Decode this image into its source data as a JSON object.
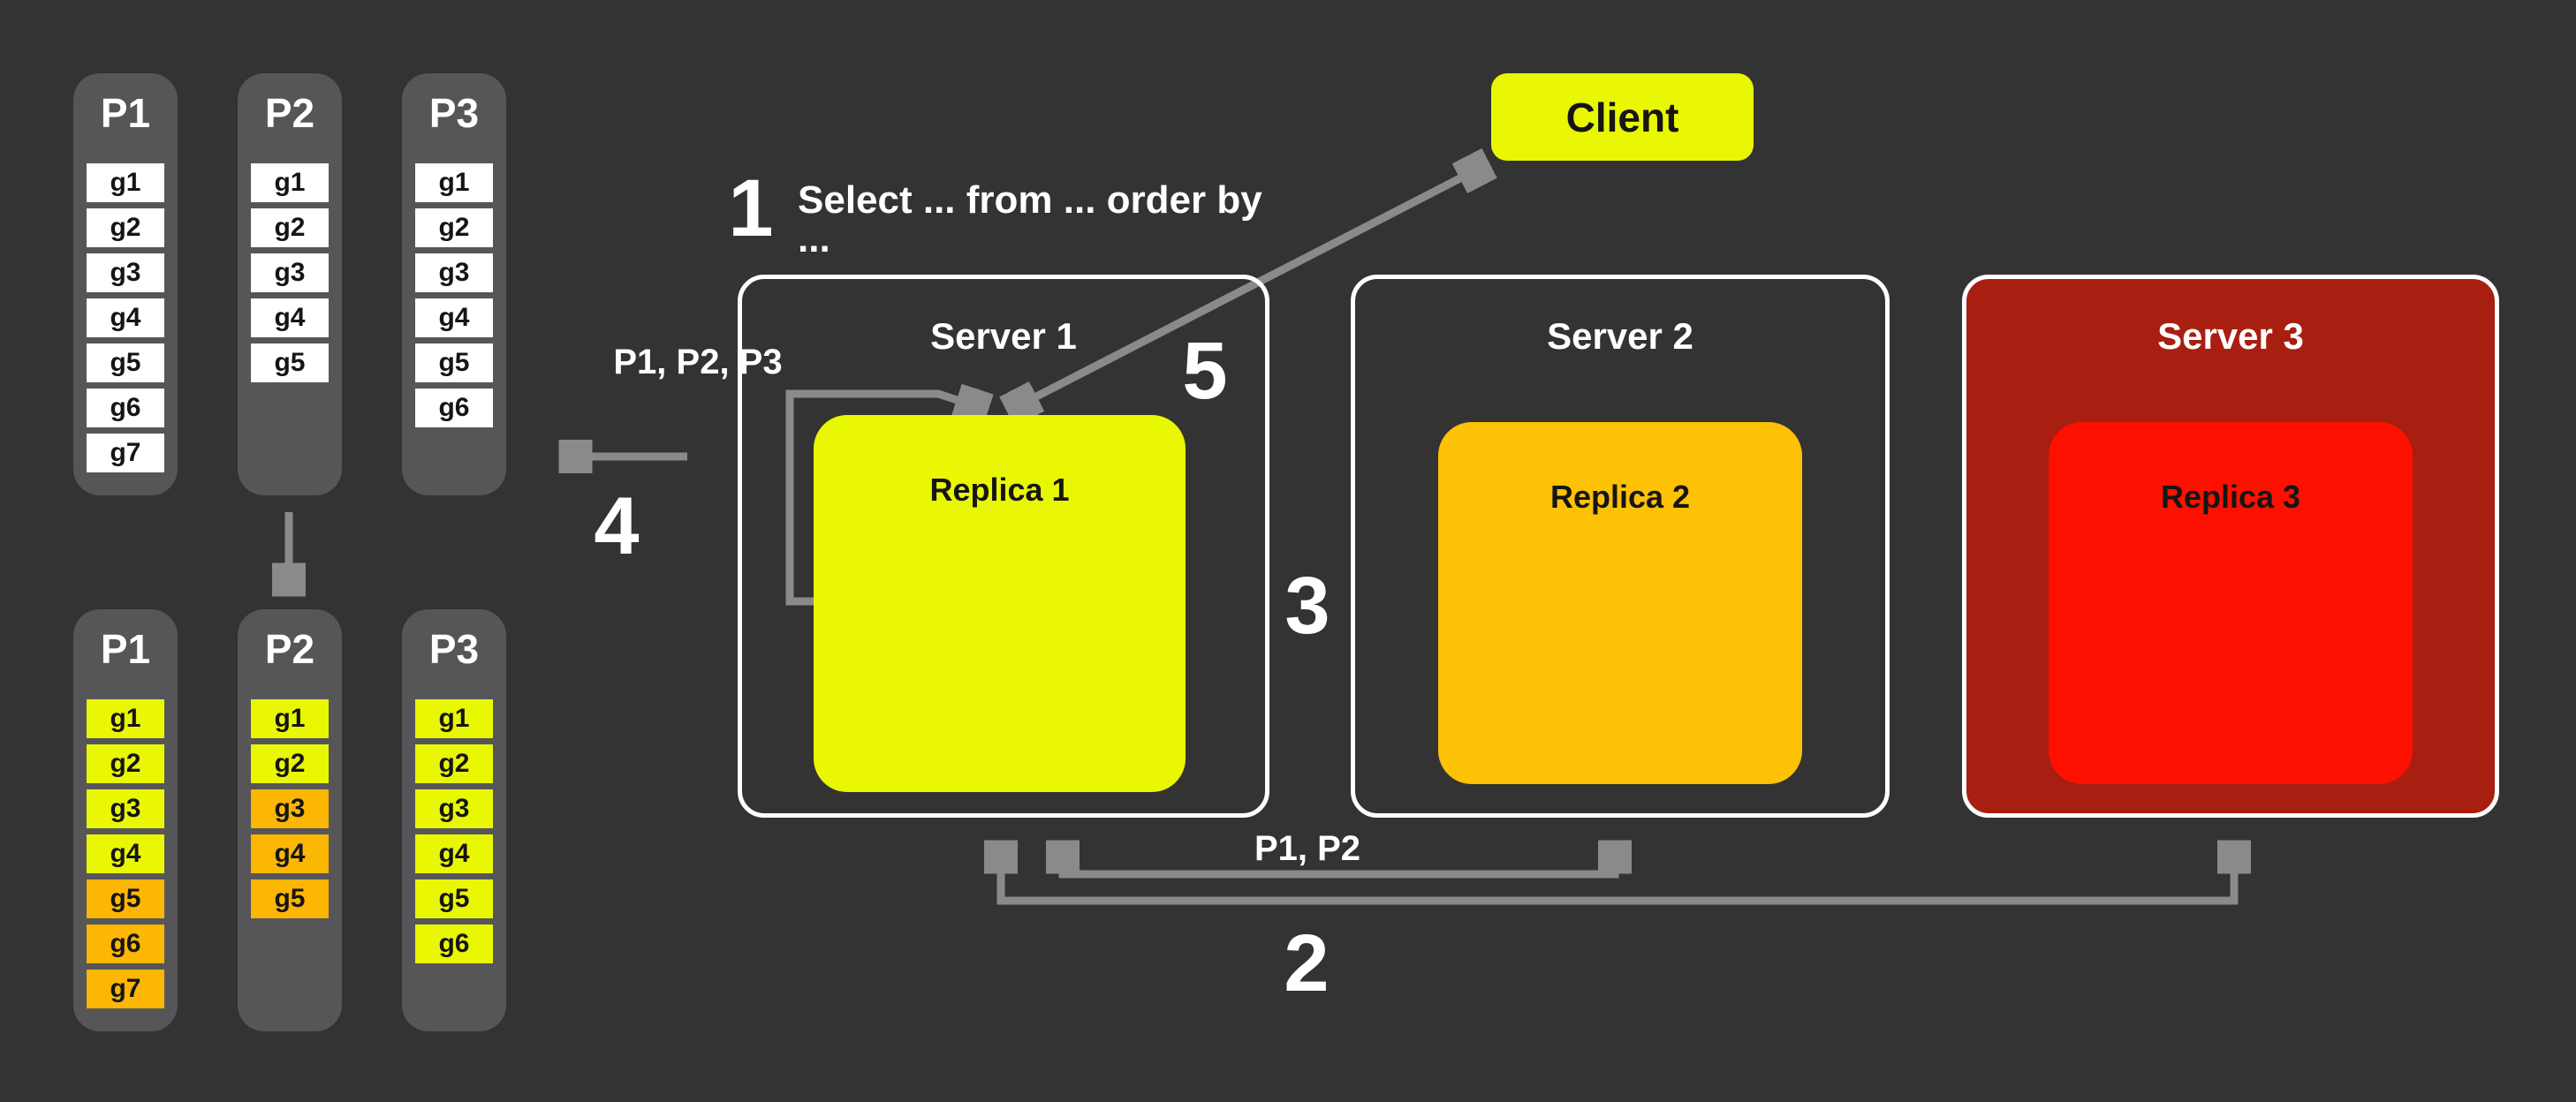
{
  "colors": {
    "background": "#333333",
    "panel_gray": "#565659",
    "arrow_gray": "#8a8a8a",
    "white": "#ffffff",
    "yellow": "#e9f702",
    "orange": "#fcb604",
    "amber": "#fdc106",
    "red": "#fe1000",
    "dark_red": "#a81e10"
  },
  "client": {
    "label": "Client"
  },
  "annotations": {
    "step1_number": "1",
    "step1_query": "Select ... from ... order by ...",
    "step2_number": "2",
    "step3_number": "3",
    "step4_number": "4",
    "step5_number": "5",
    "partitions_label": "P1, P2, P3",
    "partial_results_label": "P1, P2"
  },
  "servers": [
    {
      "name": "Server 1",
      "replica": "Replica 1"
    },
    {
      "name": "Server 2",
      "replica": "Replica 2"
    },
    {
      "name": "Server 3",
      "replica": "Replica 3"
    }
  ],
  "partition_groups": {
    "unsorted": {
      "columns": [
        {
          "name": "P1",
          "cells": [
            {
              "label": "g1",
              "color": "white"
            },
            {
              "label": "g2",
              "color": "white"
            },
            {
              "label": "g3",
              "color": "white"
            },
            {
              "label": "g4",
              "color": "white"
            },
            {
              "label": "g5",
              "color": "white"
            },
            {
              "label": "g6",
              "color": "white"
            },
            {
              "label": "g7",
              "color": "white"
            }
          ]
        },
        {
          "name": "P2",
          "cells": [
            {
              "label": "g1",
              "color": "white"
            },
            {
              "label": "g2",
              "color": "white"
            },
            {
              "label": "g3",
              "color": "white"
            },
            {
              "label": "g4",
              "color": "white"
            },
            {
              "label": "g5",
              "color": "white"
            }
          ]
        },
        {
          "name": "P3",
          "cells": [
            {
              "label": "g1",
              "color": "white"
            },
            {
              "label": "g2",
              "color": "white"
            },
            {
              "label": "g3",
              "color": "white"
            },
            {
              "label": "g4",
              "color": "white"
            },
            {
              "label": "g5",
              "color": "white"
            },
            {
              "label": "g6",
              "color": "white"
            }
          ]
        }
      ]
    },
    "sorted": {
      "columns": [
        {
          "name": "P1",
          "cells": [
            {
              "label": "g1",
              "color": "yellow"
            },
            {
              "label": "g2",
              "color": "yellow"
            },
            {
              "label": "g3",
              "color": "yellow"
            },
            {
              "label": "g4",
              "color": "yellow"
            },
            {
              "label": "g5",
              "color": "orange"
            },
            {
              "label": "g6",
              "color": "orange"
            },
            {
              "label": "g7",
              "color": "orange"
            }
          ]
        },
        {
          "name": "P2",
          "cells": [
            {
              "label": "g1",
              "color": "yellow"
            },
            {
              "label": "g2",
              "color": "yellow"
            },
            {
              "label": "g3",
              "color": "orange"
            },
            {
              "label": "g4",
              "color": "orange"
            },
            {
              "label": "g5",
              "color": "orange"
            }
          ]
        },
        {
          "name": "P3",
          "cells": [
            {
              "label": "g1",
              "color": "yellow"
            },
            {
              "label": "g2",
              "color": "yellow"
            },
            {
              "label": "g3",
              "color": "yellow"
            },
            {
              "label": "g4",
              "color": "yellow"
            },
            {
              "label": "g5",
              "color": "yellow"
            },
            {
              "label": "g6",
              "color": "yellow"
            }
          ]
        }
      ]
    }
  }
}
